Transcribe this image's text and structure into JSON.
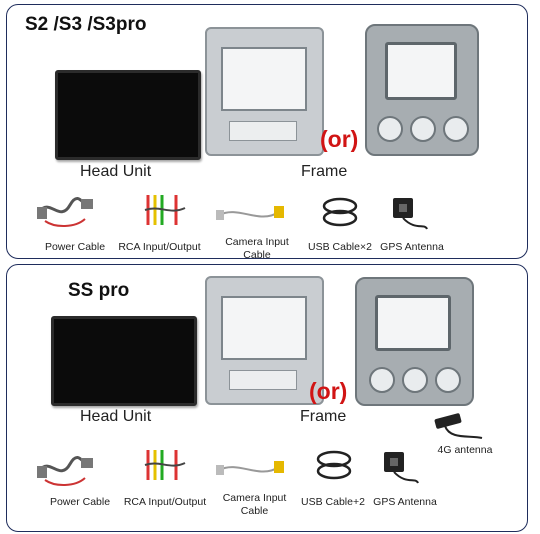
{
  "sections": [
    {
      "title": "S2 /S3 /S3pro",
      "head_unit_label": "Head Unit",
      "or_label": "(or)",
      "frame_label": "Frame",
      "accessories": [
        "Power Cable",
        "RCA Input/Output",
        "Camera Input Cable",
        "USB Cable×2",
        "GPS Antenna"
      ]
    },
    {
      "title": "SS pro",
      "head_unit_label": "Head Unit",
      "or_label": "(or)",
      "frame_label": "Frame",
      "accessories": [
        "Power Cable",
        "RCA Input/Output",
        "Camera Input Cable",
        "USB Cable+2",
        "GPS Antenna",
        "4G antenna"
      ]
    }
  ],
  "colors": {
    "border": "#1f2d5c",
    "or_text": "#d11414",
    "screen": "#0b0b0b"
  }
}
